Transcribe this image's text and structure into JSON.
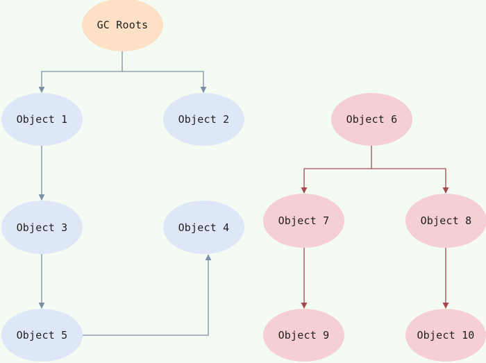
{
  "diagram": {
    "colors": {
      "background": "#f3fbf3",
      "root_fill": "#fde0c6",
      "reachable_fill": "#dde7f7",
      "unreachable_fill": "#f5cfd1",
      "reachable_edge": "#7b8fa6",
      "unreachable_edge": "#a8484e"
    },
    "nodes": {
      "gc_roots": {
        "label": "GC Roots",
        "group": "root"
      },
      "object_1": {
        "label": "Object 1",
        "group": "reachable"
      },
      "object_2": {
        "label": "Object 2",
        "group": "reachable"
      },
      "object_3": {
        "label": "Object 3",
        "group": "reachable"
      },
      "object_4": {
        "label": "Object 4",
        "group": "reachable"
      },
      "object_5": {
        "label": "Object 5",
        "group": "reachable"
      },
      "object_6": {
        "label": "Object 6",
        "group": "unreachable"
      },
      "object_7": {
        "label": "Object 7",
        "group": "unreachable"
      },
      "object_8": {
        "label": "Object 8",
        "group": "unreachable"
      },
      "object_9": {
        "label": "Object 9",
        "group": "unreachable"
      },
      "object_10": {
        "label": "Object 10",
        "group": "unreachable"
      }
    },
    "edges": [
      {
        "from": "gc_roots",
        "to": "object_1",
        "group": "reachable"
      },
      {
        "from": "gc_roots",
        "to": "object_2",
        "group": "reachable"
      },
      {
        "from": "object_1",
        "to": "object_3",
        "group": "reachable"
      },
      {
        "from": "object_3",
        "to": "object_5",
        "group": "reachable"
      },
      {
        "from": "object_5",
        "to": "object_4",
        "group": "reachable"
      },
      {
        "from": "object_6",
        "to": "object_7",
        "group": "unreachable"
      },
      {
        "from": "object_6",
        "to": "object_8",
        "group": "unreachable"
      },
      {
        "from": "object_7",
        "to": "object_9",
        "group": "unreachable"
      },
      {
        "from": "object_8",
        "to": "object_10",
        "group": "unreachable"
      }
    ]
  }
}
